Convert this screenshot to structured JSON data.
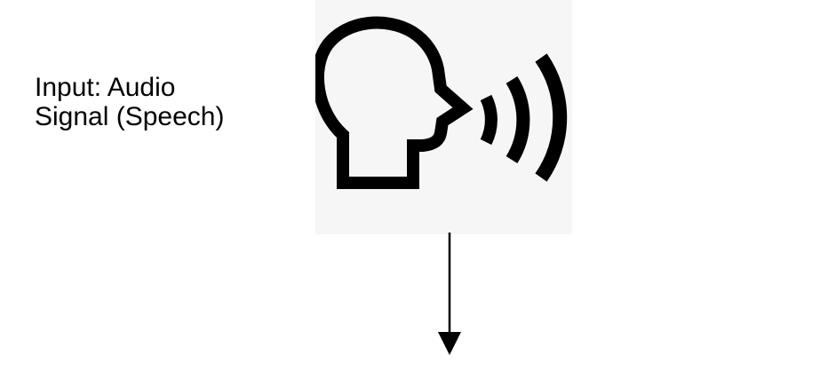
{
  "input_label": {
    "line1": "Input: Audio",
    "line2": "Signal (Speech)"
  },
  "icon": {
    "name": "speaking-head-icon",
    "background_color": "#f6f6f6",
    "stroke_color": "#000000"
  },
  "arrow": {
    "direction": "down",
    "color": "#000000"
  }
}
